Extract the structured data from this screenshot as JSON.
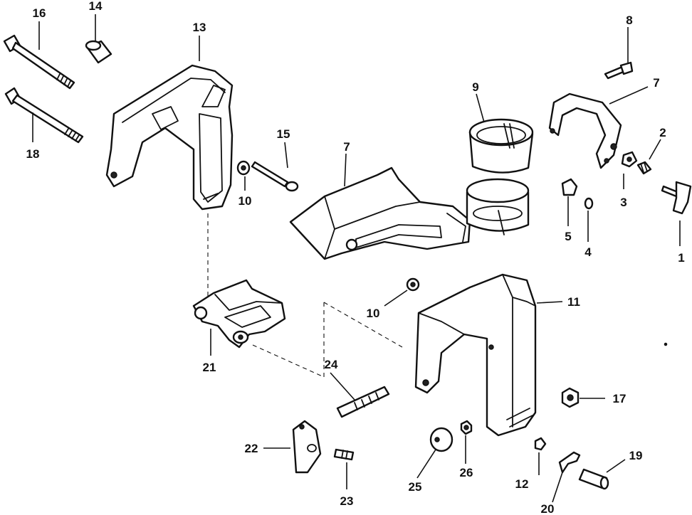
{
  "callouts": {
    "c1": "1",
    "c2": "2",
    "c3": "3",
    "c4": "4",
    "c5": "5",
    "c7a": "7",
    "c7b": "7",
    "c8": "8",
    "c9": "9",
    "c10a": "10",
    "c10b": "10",
    "c11": "11",
    "c12": "12",
    "c13": "13",
    "c14": "14",
    "c15": "15",
    "c16": "16",
    "c17": "17",
    "c18": "18",
    "c19": "19",
    "c20": "20",
    "c21": "21",
    "c22": "22",
    "c23": "23",
    "c24": "24",
    "c25": "25",
    "c26": "26"
  }
}
